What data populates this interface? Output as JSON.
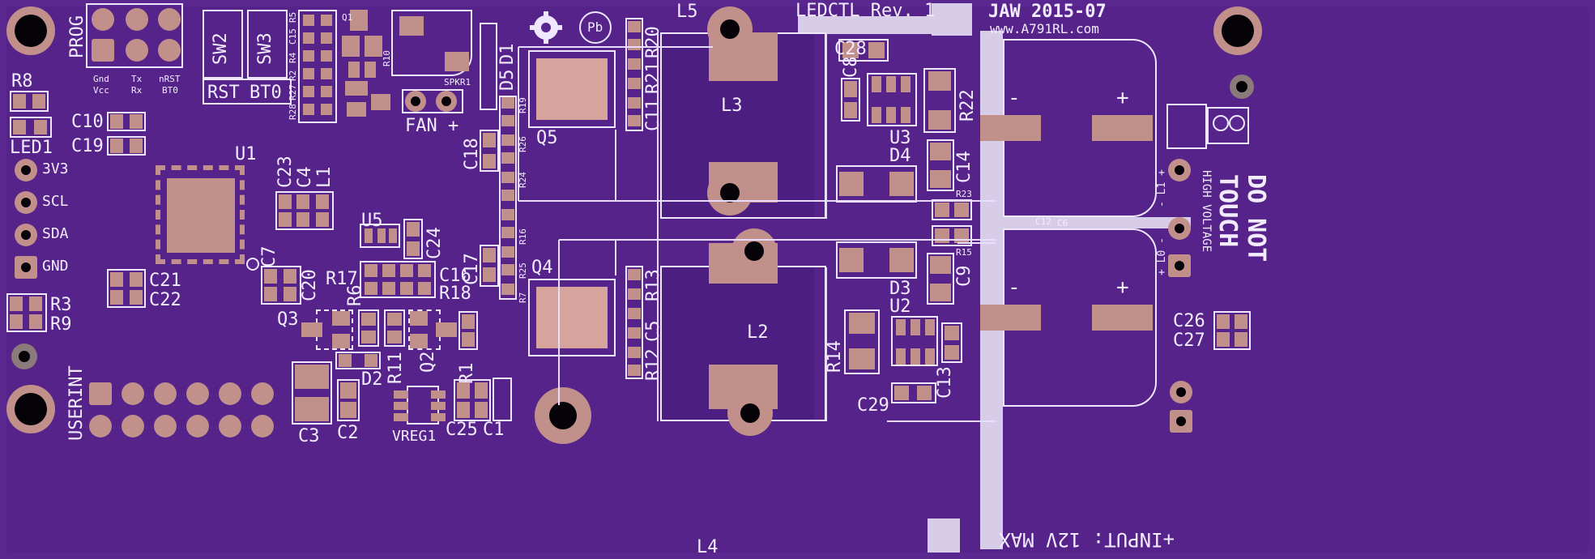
{
  "board": {
    "title": "LEDCTL  Rev. 1",
    "date": "JAW 2015-07",
    "url": "www.A791RL.com",
    "prog": "PROG",
    "fan": "FAN +",
    "userint": "USERINT",
    "warning_line1": "DO NOT",
    "warning_line2": "TOUCH",
    "warning_line3": "HIGH VOLTAGE",
    "input": "+INPUT: 12V MAX",
    "l1": "- L1 +",
    "l0": "+ L0 -",
    "minus": "-",
    "plus": "+",
    "pb": "Pb"
  },
  "header_pins": [
    "Gnd",
    "Vcc",
    "Tx",
    "Rx",
    "nRST",
    "BT0"
  ],
  "switches": [
    "SW2",
    "SW3"
  ],
  "switch_labels": [
    "RST",
    "BT0"
  ],
  "left_pins": [
    "3V3",
    "SCL",
    "SDA",
    "GND"
  ],
  "refs": {
    "R8": "R8",
    "LED1": "LED1",
    "C10": "C10",
    "C19": "C19",
    "U1": "U1",
    "C23": "C23",
    "C4": "C4",
    "L1": "L1",
    "C7": "C7",
    "C21": "C21",
    "C22": "C22",
    "C20": "C20",
    "R3": "R3",
    "R9": "R9",
    "Q3": "Q3",
    "U5": "U5",
    "C24": "C24",
    "R17": "R17",
    "R6": "R6",
    "C16": "C16",
    "R18": "R18",
    "D2": "D2",
    "R11": "R11",
    "Q2": "Q2",
    "R1": "R1",
    "C3": "C3",
    "C2": "C2",
    "VREG1": "VREG1",
    "C25": "C25",
    "C1": "C1",
    "C18": "C18",
    "C17": "C17",
    "D5": "D5",
    "D1": "D1",
    "Q5": "Q5",
    "Q4": "Q4",
    "L5": "L5",
    "L3": "L3",
    "L2": "L2",
    "L4": "L4",
    "R20": "R20",
    "R21": "R21",
    "C11": "C11",
    "R13": "R13",
    "C5": "C5",
    "R12": "R12",
    "C28": "C28",
    "C8": "C8",
    "U3": "U3",
    "D4": "D4",
    "R22": "R22",
    "C14": "C14",
    "R23": "R23",
    "R15": "R15",
    "C9": "C9",
    "D3": "D3",
    "U2": "U2",
    "R14": "R14",
    "C13": "C13",
    "C29": "C29",
    "C12": "C12",
    "C6": "C6",
    "C26": "C26",
    "C27": "C27",
    "SPKR1": "SPKR1",
    "R10": "R10",
    "Q1": "Q1",
    "R5": "R5",
    "C15": "C15",
    "R4": "R4",
    "R2": "R2",
    "R27": "R27",
    "R28": "R28",
    "R19": "R19",
    "R26": "R26",
    "R24": "R24",
    "R16": "R16",
    "R25": "R25",
    "R7": "R7"
  },
  "colors": {
    "substrate": "#5a2790",
    "copper": "#c2908a",
    "silkscreen": "#efe6ff",
    "hole": "#050208"
  }
}
